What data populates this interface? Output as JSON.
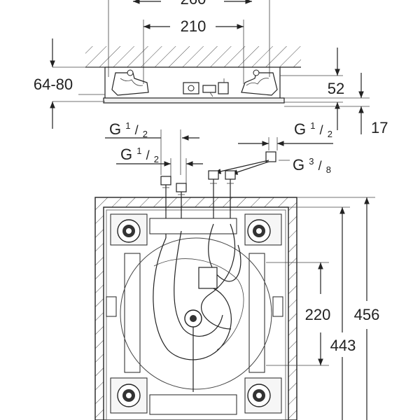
{
  "dimensions": {
    "top_width": "260",
    "inner_width": "210",
    "ceiling_range": "64-80",
    "body_height": "52",
    "plate_height": "17",
    "box_height_outer": "456",
    "box_height_inner": "443",
    "fitting_spacing": "220"
  },
  "threads": {
    "upper_left": {
      "base": "G",
      "num": "1",
      "den": "2"
    },
    "lower_left": {
      "base": "G",
      "num": "1",
      "den": "2"
    },
    "upper_right": {
      "base": "G",
      "num": "1",
      "den": "2"
    },
    "lower_right": {
      "base": "G",
      "num": "3",
      "den": "8"
    }
  }
}
